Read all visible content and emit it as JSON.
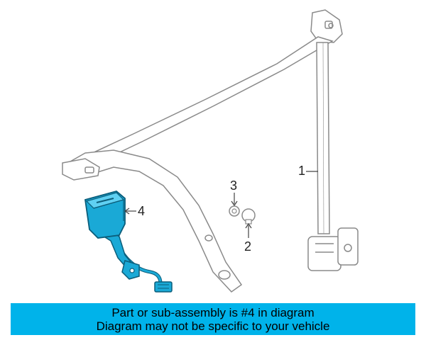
{
  "callouts": {
    "part1": "1",
    "part2": "2",
    "part3": "3",
    "part4": "4"
  },
  "banner": {
    "line1": "Part or sub-assembly is #4 in diagram",
    "line2": "Diagram may not be specific to your vehicle"
  },
  "colors": {
    "highlight": "#1aa9d6",
    "highlight_dark": "#0b5d7a",
    "banner": "#00b3ea",
    "line": "#8a8a8a"
  }
}
